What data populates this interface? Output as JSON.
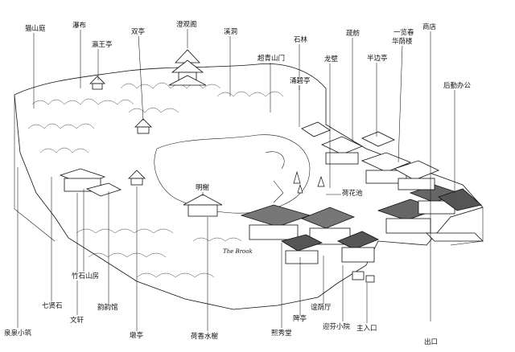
{
  "labels": {
    "zhuan_shan_ting": "猫山庭",
    "pu_bu": "瀑布",
    "yan_wang_ting": "瀛王亭",
    "shuang_ting": "双亭",
    "cheng_guan_ge": "澄观阁",
    "xi_dong": "溪洞",
    "shi_lin": "石林",
    "chao_qing_shan_men": "超青山门",
    "liu_bi_ting": "涌碧亭",
    "long_bi": "龙壁",
    "shu_fang": "疏舫",
    "ban_bian_ting": "半边亭",
    "yi_lan_chun": "一览春",
    "hua_yin_lou": "华荫楼",
    "shang_dian": "商店",
    "hou_qin_ban_gong": "后勤办公",
    "he_hua_chi": "荷花池",
    "ming_xie": "明榭",
    "the_brook": "The Brook",
    "zhu_shi_shan_fang": "竹石山房",
    "qi_xian_shi": "七贤石",
    "wen_xuan": "文轩",
    "yun_yun_guan": "韵韵馆",
    "quan_quan_xiao_zhu": "泉泉小筑",
    "dun_ting": "墩亭",
    "he_xiang_shui_xie": "荷香水榭",
    "xian_xiu_tang": "熙秀堂",
    "pi_ting": "陴亭",
    "ying_fang_xiao_yuan": "迎芬小院",
    "yi_yin_ting": "谊荫厅",
    "zhu_ru_kou": "主入口",
    "chu_kou": "出口"
  }
}
